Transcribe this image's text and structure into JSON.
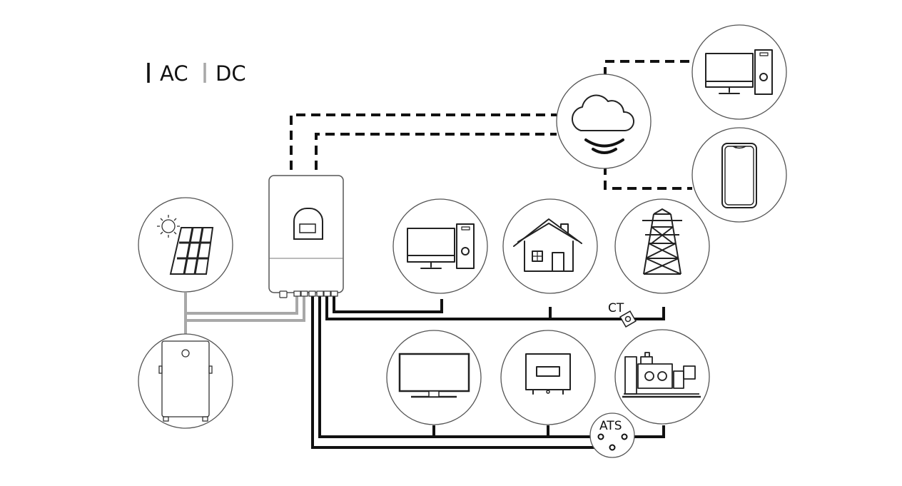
{
  "legend": {
    "ac_label": "AC",
    "dc_label": "DC",
    "ac_color": "#111111",
    "dc_color": "#a8a8a8"
  },
  "labels": {
    "ct": "CT",
    "ats": "ATS"
  },
  "nodes": [
    {
      "id": "inverter",
      "icon": "inverter-icon"
    },
    {
      "id": "solar-panel",
      "icon": "solar-panel-icon"
    },
    {
      "id": "battery",
      "icon": "battery-icon"
    },
    {
      "id": "cloud",
      "icon": "cloud-icon"
    },
    {
      "id": "desktop-monitoring",
      "icon": "desktop-computer-icon"
    },
    {
      "id": "smartphone",
      "icon": "smartphone-icon"
    },
    {
      "id": "computer-load",
      "icon": "desktop-computer-icon"
    },
    {
      "id": "house-load",
      "icon": "house-icon"
    },
    {
      "id": "grid-tower",
      "icon": "transmission-tower-icon"
    },
    {
      "id": "tv-load",
      "icon": "television-icon"
    },
    {
      "id": "meter-load",
      "icon": "meter-icon"
    },
    {
      "id": "generator",
      "icon": "generator-icon"
    },
    {
      "id": "ats-switch",
      "icon": "ats-switch-icon"
    },
    {
      "id": "ct-sensor",
      "icon": "current-transformer-icon"
    }
  ]
}
